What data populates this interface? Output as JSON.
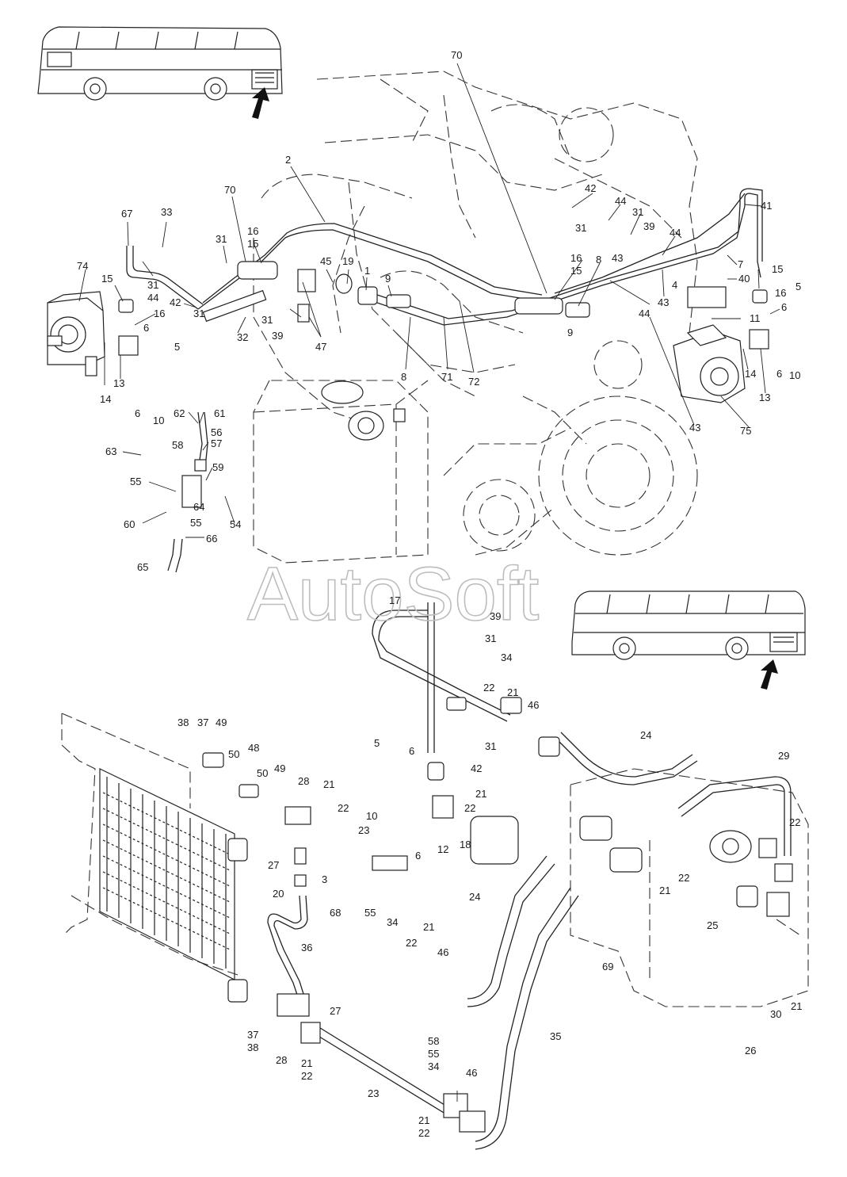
{
  "watermark": "AutoSoft",
  "callouts": [
    {
      "id": "c70a",
      "text": "70"
    },
    {
      "id": "c2",
      "text": "2"
    },
    {
      "id": "c70b",
      "text": "70"
    },
    {
      "id": "c67",
      "text": "67"
    },
    {
      "id": "c33",
      "text": "33"
    },
    {
      "id": "c31a",
      "text": "31"
    },
    {
      "id": "c16a",
      "text": "16"
    },
    {
      "id": "c15a",
      "text": "15"
    },
    {
      "id": "c74",
      "text": "74"
    },
    {
      "id": "c15b",
      "text": "15"
    },
    {
      "id": "c31b",
      "text": "31"
    },
    {
      "id": "c44a",
      "text": "44"
    },
    {
      "id": "c42a",
      "text": "42"
    },
    {
      "id": "c16b",
      "text": "16"
    },
    {
      "id": "c6a",
      "text": "6"
    },
    {
      "id": "c5a",
      "text": "5"
    },
    {
      "id": "c14a",
      "text": "14"
    },
    {
      "id": "c13a",
      "text": "13"
    },
    {
      "id": "c6b",
      "text": "6"
    },
    {
      "id": "c10a",
      "text": "10"
    },
    {
      "id": "c31c",
      "text": "31"
    },
    {
      "id": "c32",
      "text": "32"
    },
    {
      "id": "c31d",
      "text": "31"
    },
    {
      "id": "c39a",
      "text": "39"
    },
    {
      "id": "c45",
      "text": "45"
    },
    {
      "id": "c19",
      "text": "19"
    },
    {
      "id": "c1",
      "text": "1"
    },
    {
      "id": "c9a",
      "text": "9"
    },
    {
      "id": "c47",
      "text": "47"
    },
    {
      "id": "c8a",
      "text": "8"
    },
    {
      "id": "c71",
      "text": "71"
    },
    {
      "id": "c72",
      "text": "72"
    },
    {
      "id": "c42b",
      "text": "42"
    },
    {
      "id": "c44b",
      "text": "44"
    },
    {
      "id": "c31e",
      "text": "31"
    },
    {
      "id": "c39b",
      "text": "39"
    },
    {
      "id": "c31f",
      "text": "31"
    },
    {
      "id": "c43a",
      "text": "43"
    },
    {
      "id": "c41",
      "text": "41"
    },
    {
      "id": "c44c",
      "text": "44"
    },
    {
      "id": "c16c",
      "text": "16"
    },
    {
      "id": "c15c",
      "text": "15"
    },
    {
      "id": "c8b",
      "text": "8"
    },
    {
      "id": "c7",
      "text": "7"
    },
    {
      "id": "c40",
      "text": "40"
    },
    {
      "id": "c4",
      "text": "4"
    },
    {
      "id": "c43b",
      "text": "43"
    },
    {
      "id": "c44d",
      "text": "44"
    },
    {
      "id": "c9b",
      "text": "9"
    },
    {
      "id": "c15d",
      "text": "15"
    },
    {
      "id": "c5b",
      "text": "5"
    },
    {
      "id": "c16d",
      "text": "16"
    },
    {
      "id": "c6c",
      "text": "6"
    },
    {
      "id": "c11",
      "text": "11"
    },
    {
      "id": "c14b",
      "text": "14"
    },
    {
      "id": "c6d",
      "text": "6"
    },
    {
      "id": "c10b",
      "text": "10"
    },
    {
      "id": "c13b",
      "text": "13"
    },
    {
      "id": "c43c",
      "text": "43"
    },
    {
      "id": "c75",
      "text": "75"
    },
    {
      "id": "c62",
      "text": "62"
    },
    {
      "id": "c61",
      "text": "61"
    },
    {
      "id": "c56",
      "text": "56"
    },
    {
      "id": "c57",
      "text": "57"
    },
    {
      "id": "c58a",
      "text": "58"
    },
    {
      "id": "c63",
      "text": "63"
    },
    {
      "id": "c59",
      "text": "59"
    },
    {
      "id": "c55a",
      "text": "55"
    },
    {
      "id": "c64",
      "text": "64"
    },
    {
      "id": "c54",
      "text": "54"
    },
    {
      "id": "c60",
      "text": "60"
    },
    {
      "id": "c55b",
      "text": "55"
    },
    {
      "id": "c66",
      "text": "66"
    },
    {
      "id": "c65",
      "text": "65"
    },
    {
      "id": "c17",
      "text": "17"
    },
    {
      "id": "c39c",
      "text": "39"
    },
    {
      "id": "c31g",
      "text": "31"
    },
    {
      "id": "c34a",
      "text": "34"
    },
    {
      "id": "c22a",
      "text": "22"
    },
    {
      "id": "c21a",
      "text": "21"
    },
    {
      "id": "c46a",
      "text": "46"
    },
    {
      "id": "c31h",
      "text": "31"
    },
    {
      "id": "c42c",
      "text": "42"
    },
    {
      "id": "c38a",
      "text": "38"
    },
    {
      "id": "c37a",
      "text": "37"
    },
    {
      "id": "c49a",
      "text": "49"
    },
    {
      "id": "c50a",
      "text": "50"
    },
    {
      "id": "c48",
      "text": "48"
    },
    {
      "id": "c50b",
      "text": "50"
    },
    {
      "id": "c49b",
      "text": "49"
    },
    {
      "id": "c28a",
      "text": "28"
    },
    {
      "id": "c21b",
      "text": "21"
    },
    {
      "id": "c22b",
      "text": "22"
    },
    {
      "id": "c5c",
      "text": "5"
    },
    {
      "id": "c6e",
      "text": "6"
    },
    {
      "id": "c21c",
      "text": "21"
    },
    {
      "id": "c22c",
      "text": "22"
    },
    {
      "id": "c10c",
      "text": "10"
    },
    {
      "id": "c23a",
      "text": "23"
    },
    {
      "id": "c27a",
      "text": "27"
    },
    {
      "id": "c3",
      "text": "3"
    },
    {
      "id": "c20",
      "text": "20"
    },
    {
      "id": "c12",
      "text": "12"
    },
    {
      "id": "c18",
      "text": "18"
    },
    {
      "id": "c6f",
      "text": "6"
    },
    {
      "id": "c24a",
      "text": "24"
    },
    {
      "id": "c29",
      "text": "29"
    },
    {
      "id": "c22d",
      "text": "22"
    },
    {
      "id": "c68",
      "text": "68"
    },
    {
      "id": "c55c",
      "text": "55"
    },
    {
      "id": "c34b",
      "text": "34"
    },
    {
      "id": "c21d",
      "text": "21"
    },
    {
      "id": "c22e",
      "text": "22"
    },
    {
      "id": "c46b",
      "text": "46"
    },
    {
      "id": "c24b",
      "text": "24"
    },
    {
      "id": "c21e",
      "text": "21"
    },
    {
      "id": "c22f",
      "text": "22"
    },
    {
      "id": "c25",
      "text": "25"
    },
    {
      "id": "c69",
      "text": "69"
    },
    {
      "id": "c36",
      "text": "36"
    },
    {
      "id": "c30",
      "text": "30"
    },
    {
      "id": "c21f",
      "text": "21"
    },
    {
      "id": "c27b",
      "text": "27"
    },
    {
      "id": "c37b",
      "text": "37"
    },
    {
      "id": "c38b",
      "text": "38"
    },
    {
      "id": "c28b",
      "text": "28"
    },
    {
      "id": "c21g",
      "text": "21"
    },
    {
      "id": "c22g",
      "text": "22"
    },
    {
      "id": "c26",
      "text": "26"
    },
    {
      "id": "c35",
      "text": "35"
    },
    {
      "id": "c23b",
      "text": "23"
    },
    {
      "id": "c58b",
      "text": "58"
    },
    {
      "id": "c55d",
      "text": "55"
    },
    {
      "id": "c34c",
      "text": "34"
    },
    {
      "id": "c46c",
      "text": "46"
    },
    {
      "id": "c21h",
      "text": "21"
    },
    {
      "id": "c22h",
      "text": "22"
    }
  ]
}
